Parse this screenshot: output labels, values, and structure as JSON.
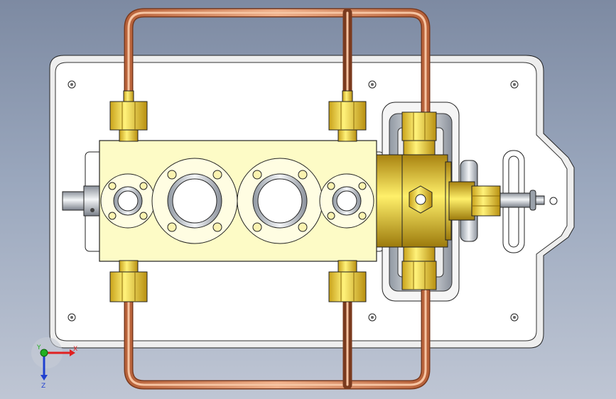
{
  "viewport": {
    "background_top": "#7d8aa2",
    "background_bottom": "#bfc6d4"
  },
  "model": {
    "plate_color": "#ffffff",
    "manifold_color": "#fdfbc6",
    "fitting_color": "#f2d63a",
    "pipe_color": "#d98b5e",
    "valve_body_color": "#c9a21a"
  },
  "triad": {
    "x_label": "X",
    "y_label": "Y",
    "z_label": "Z",
    "x_color": "#e02020",
    "y_color": "#20b020",
    "z_color": "#2040d0"
  }
}
